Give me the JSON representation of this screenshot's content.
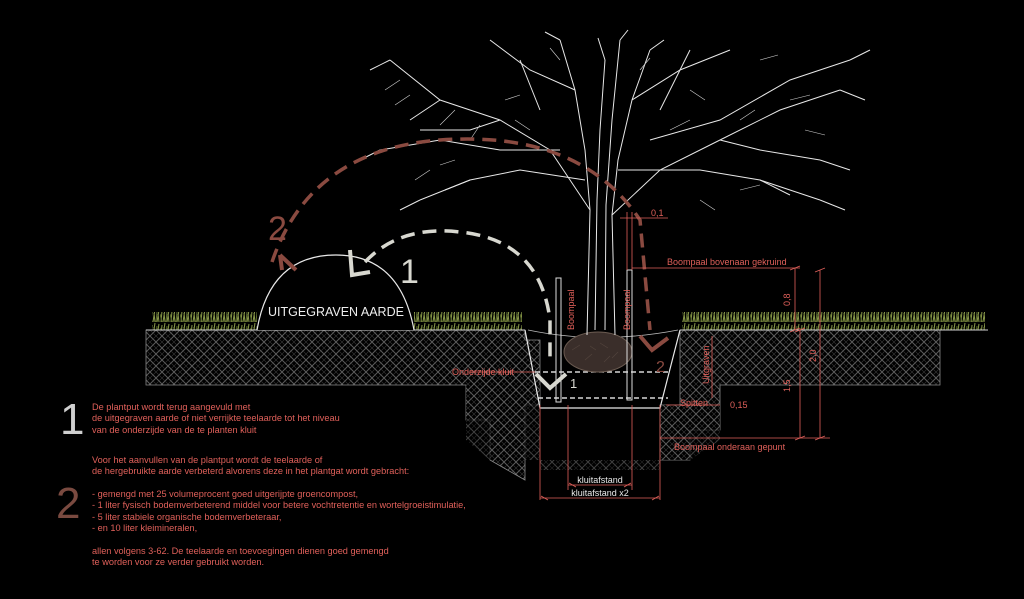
{
  "diagram": {
    "mound_label": "UITGEGRAVEN AARDE",
    "step1_num": "1",
    "step2_num": "2",
    "step1_small": "1",
    "labels": {
      "dim_top": "0,1",
      "stake_top": "Boompaal bovenaan gekruind",
      "stake_bottom": "Boompaal onderaan gepunt",
      "root_ball_bottom": "Onderzijde kluit",
      "gritter": "Spitten",
      "dim_015": "0,15",
      "dim_08": "0,8",
      "dim_15": "1,5",
      "dim_right": "2,0",
      "stake_left": "Boompaal",
      "stake_right": "Boompaal",
      "side_label": "Uitgraven",
      "kluitafstand": "kluitafstand",
      "kluitafstand_x2": "kluitafstand x2"
    },
    "colors": {
      "background": "#000000",
      "accent_red": "#e0605a",
      "arrow_brown": "#8a4a40",
      "arrow_white": "#d8d8d0",
      "soil_hatch": "#6a6a6a",
      "grass": "#8a9a4a",
      "tree": "#e8e8e8"
    }
  },
  "notes": {
    "n1_num": "1",
    "n1_text": "De plantput wordt terug aangevuld met\nde uitgegraven aarde of niet verrijkte teelaarde tot het niveau\nvan de onderzijde van de te planten kluit",
    "n2_num": "2",
    "n2_intro": "Voor het aanvullen van de plantput wordt de teelaarde of\nde hergebruikte aarde verbeterd alvorens deze in het plantgat wordt gebracht:",
    "n2_items": "- gemengd met 25 volumeprocent goed uitgerijpte groencompost,\n- 1 liter fysisch bodemverbeterend middel voor betere vochtretentie en wortelgroeistimulatie,\n- 5 liter stabiele organische bodemverbeteraar,\n- en 10 liter kleimineralen,",
    "n2_outro": "allen volgens 3-62. De teelaarde en toevoegingen dienen goed gemengd\nte worden voor ze verder gebruikt worden."
  }
}
